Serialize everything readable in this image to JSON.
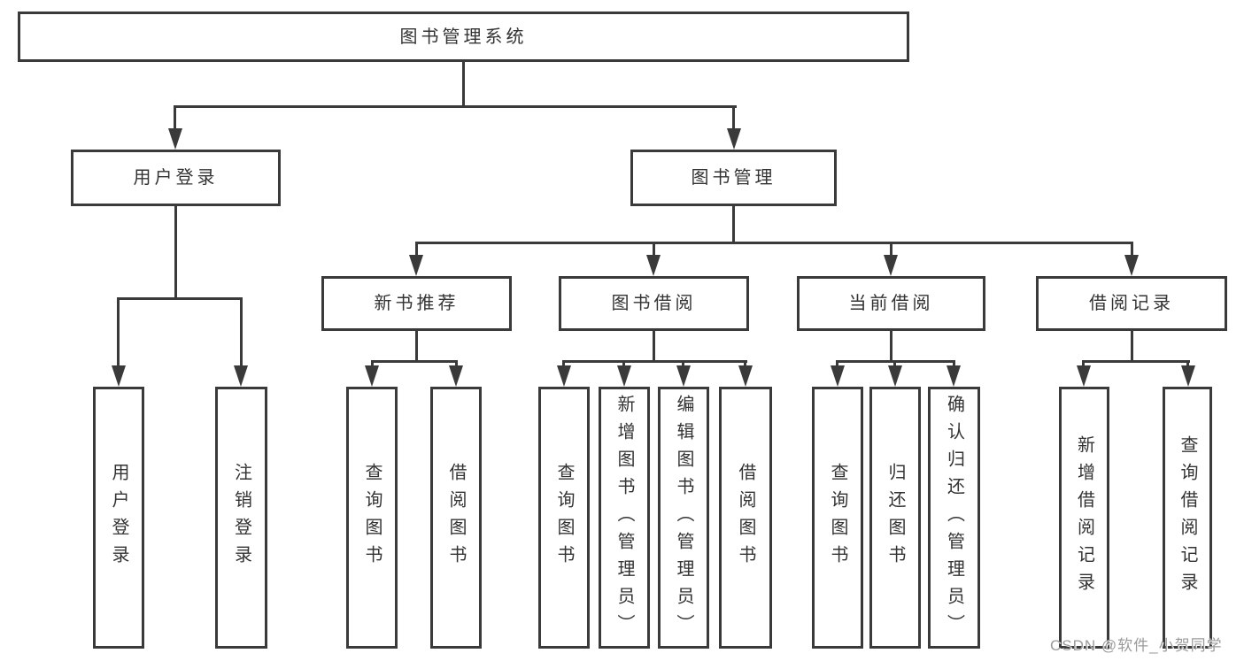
{
  "diagram_type": "hierarchy-tree",
  "tree": {
    "label": "图书管理系统",
    "children": [
      {
        "label": "用户登录",
        "children": [
          {
            "label": "用户登录"
          },
          {
            "label": "注销登录"
          }
        ]
      },
      {
        "label": "图书管理",
        "children": [
          {
            "label": "新书推荐",
            "children": [
              {
                "label": "查询图书"
              },
              {
                "label": "借阅图书"
              }
            ]
          },
          {
            "label": "图书借阅",
            "children": [
              {
                "label": "查询图书"
              },
              {
                "label": "新增图书（管理员）"
              },
              {
                "label": "编辑图书（管理员）"
              },
              {
                "label": "借阅图书"
              }
            ]
          },
          {
            "label": "当前借阅",
            "children": [
              {
                "label": "查询图书"
              },
              {
                "label": "归还图书"
              },
              {
                "label": "确认归还（管理员）"
              }
            ]
          },
          {
            "label": "借阅记录",
            "children": [
              {
                "label": "新增借阅记录"
              },
              {
                "label": "查询借阅记录"
              }
            ]
          }
        ]
      }
    ]
  },
  "watermark": "CSDN @软件_小贺同学",
  "colors": {
    "line": "#3a3a3a",
    "box_border": "#3a3a3a",
    "text": "#333333",
    "watermark": "#9b9b9b",
    "background": "#ffffff"
  }
}
